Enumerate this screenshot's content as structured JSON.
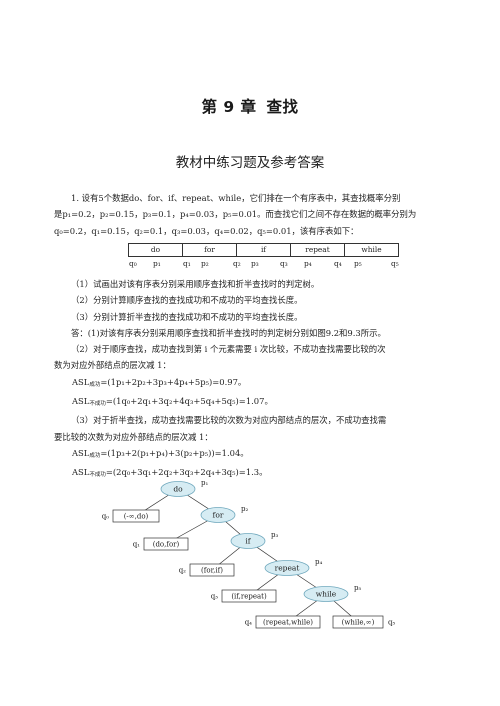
{
  "chapter": {
    "number": "第 9 章",
    "title": "查找"
  },
  "section_title": "教材中练习题及参考答案",
  "problem": {
    "line1": "1. 设有5个数据do、for、if、repeat、while，它们排在一个有序表中，其查找概率分别",
    "line2": "是p₁=0.2，p₂=0.15，p₃=0.1，p₄=0.03，p₅=0.01。而查找它们之间不存在数据的概率分别为",
    "line3": "q₀=0.2，q₁=0.15，q₂=0.1，q₃=0.03，q₄=0.02，q₅=0.01，该有序表如下："
  },
  "table": {
    "cells": [
      "do",
      "for",
      "if",
      "repeat",
      "while"
    ]
  },
  "table_labels": [
    "q₀",
    "p₁",
    "q₁",
    "p₂",
    "q₂",
    "p₃",
    "q₃",
    "p₄",
    "q₄",
    "p₅",
    "q₅"
  ],
  "questions": [
    "（1）试画出对该有序表分别采用顺序查找和折半查找时的判定树。",
    "（2）分别计算顺序查找的查找成功和不成功的平均查找长度。",
    "（3）分别计算折半查找的查找成功和不成功的平均查找长度。"
  ],
  "answer": {
    "a1": "答：(1)对该有序表分别采用顺序查找和折半查找时的判定树分别如图9.2和9.3所示。",
    "a2_line1": "（2）对于顺序查找，成功查找到第 i 个元素需要 i 次比较，不成功查找需要比较的次",
    "a2_line2": "数为对应外部结点的层次减 1：",
    "seq_succ": {
      "label": "ASL",
      "sub": "成功",
      "expr": "=(1p₁+2p₂+3p₃+4p₄+5p₅)=0.97。"
    },
    "seq_fail": {
      "label": "ASL",
      "sub": "不成功",
      "expr": "=(1q₀+2q₁+3q₂+4q₃+5q₄+5q₅)=1.07。"
    },
    "a3_line1": "（3）对于折半查找，成功查找需要比较的次数为对应内部结点的层次，不成功查找需",
    "a3_line2": "要比较的次数为对应外部结点的层次减 1：",
    "bin_succ": {
      "label": "ASL",
      "sub": "成功",
      "expr": "=(1p₃+2(p₁+p₄)+3(p₂+p₅))=1.04。"
    },
    "bin_fail": {
      "label": "ASL",
      "sub": "不成功",
      "expr": "=(2q₀+3q₁+2q₂+3q₃+2q₄+3q₅)=1.3。"
    }
  },
  "tree": {
    "internal_nodes": [
      {
        "key": "do",
        "label": "p₁"
      },
      {
        "key": "for",
        "label": "p₂"
      },
      {
        "key": "if",
        "label": "p₃"
      },
      {
        "key": "repeat",
        "label": "p₄"
      },
      {
        "key": "while",
        "label": "p₅"
      }
    ],
    "external_nodes": [
      {
        "range": "(-∞,do)",
        "label": "q₀"
      },
      {
        "range": "(do,for)",
        "label": "q₁"
      },
      {
        "range": "(for,if)",
        "label": "q₂"
      },
      {
        "range": "(if,repeat)",
        "label": "q₃"
      },
      {
        "range": "(repeat,while)",
        "label": "q₄"
      },
      {
        "range": "(while,∞)",
        "label": "q₅"
      }
    ],
    "colors": {
      "node_fill": "#d6ecf3",
      "node_stroke": "#6fa8bd",
      "line": "#333333"
    }
  }
}
